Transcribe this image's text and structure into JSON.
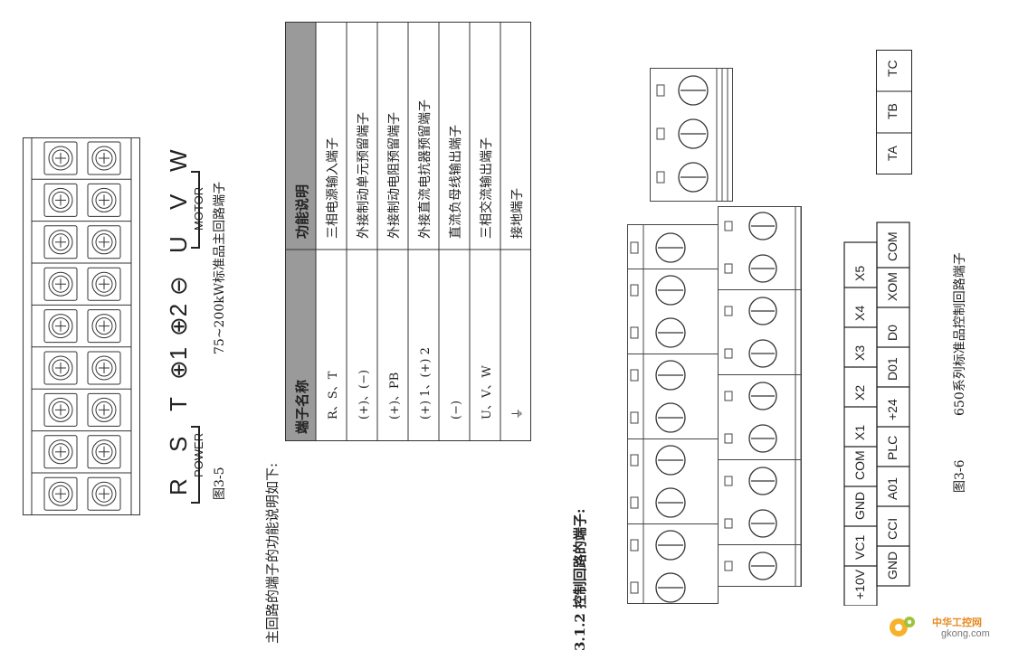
{
  "figure_3_5": {
    "terminals": [
      "R",
      "S",
      "T",
      "⊕1",
      "⊕2",
      "⊖",
      "U",
      "V",
      "W"
    ],
    "power_label": "POWER",
    "motor_label": "MOTOR",
    "caption_number": "图3-5",
    "caption_text": "75~200kW标准品主回路端子"
  },
  "intro_text": "主回路的端子的功能说明如下:",
  "function_table": {
    "headers": [
      "端子名称",
      "功能说明"
    ],
    "rows": [
      {
        "name": "R、S、T",
        "desc": "三相电源输入端子"
      },
      {
        "name": "(+)、(−)",
        "desc": "外接制动单元预留端子"
      },
      {
        "name": "(+)、PB",
        "desc": "外接制动电阻预留端子"
      },
      {
        "name": "(+) 1、(+) 2",
        "desc": "外接直流电抗器预留端子"
      },
      {
        "name": "(−)",
        "desc": "直流负母线输出端子"
      },
      {
        "name": "U、V、W",
        "desc": "三相交流输出端子"
      },
      {
        "name": "⏚",
        "desc": "接地端子"
      }
    ]
  },
  "section_heading": "3.1.2 控制回路的端子:",
  "figure_3_6": {
    "relay_terminals": [
      "TA",
      "TB",
      "TC"
    ],
    "top_row": [
      "+10V",
      "VC1",
      "GND",
      "COM",
      "X1",
      "X2",
      "X3",
      "X4",
      "X5"
    ],
    "bottom_row": [
      "GND",
      "CCI",
      "A01",
      "PLC",
      "+24",
      "D01",
      "D0",
      "XOM",
      "COM"
    ],
    "caption_number": "图3-6",
    "caption_text": "650系列标准品控制回路端子"
  },
  "watermark": {
    "line1": "中华工控网",
    "line2": "gkong.com"
  }
}
